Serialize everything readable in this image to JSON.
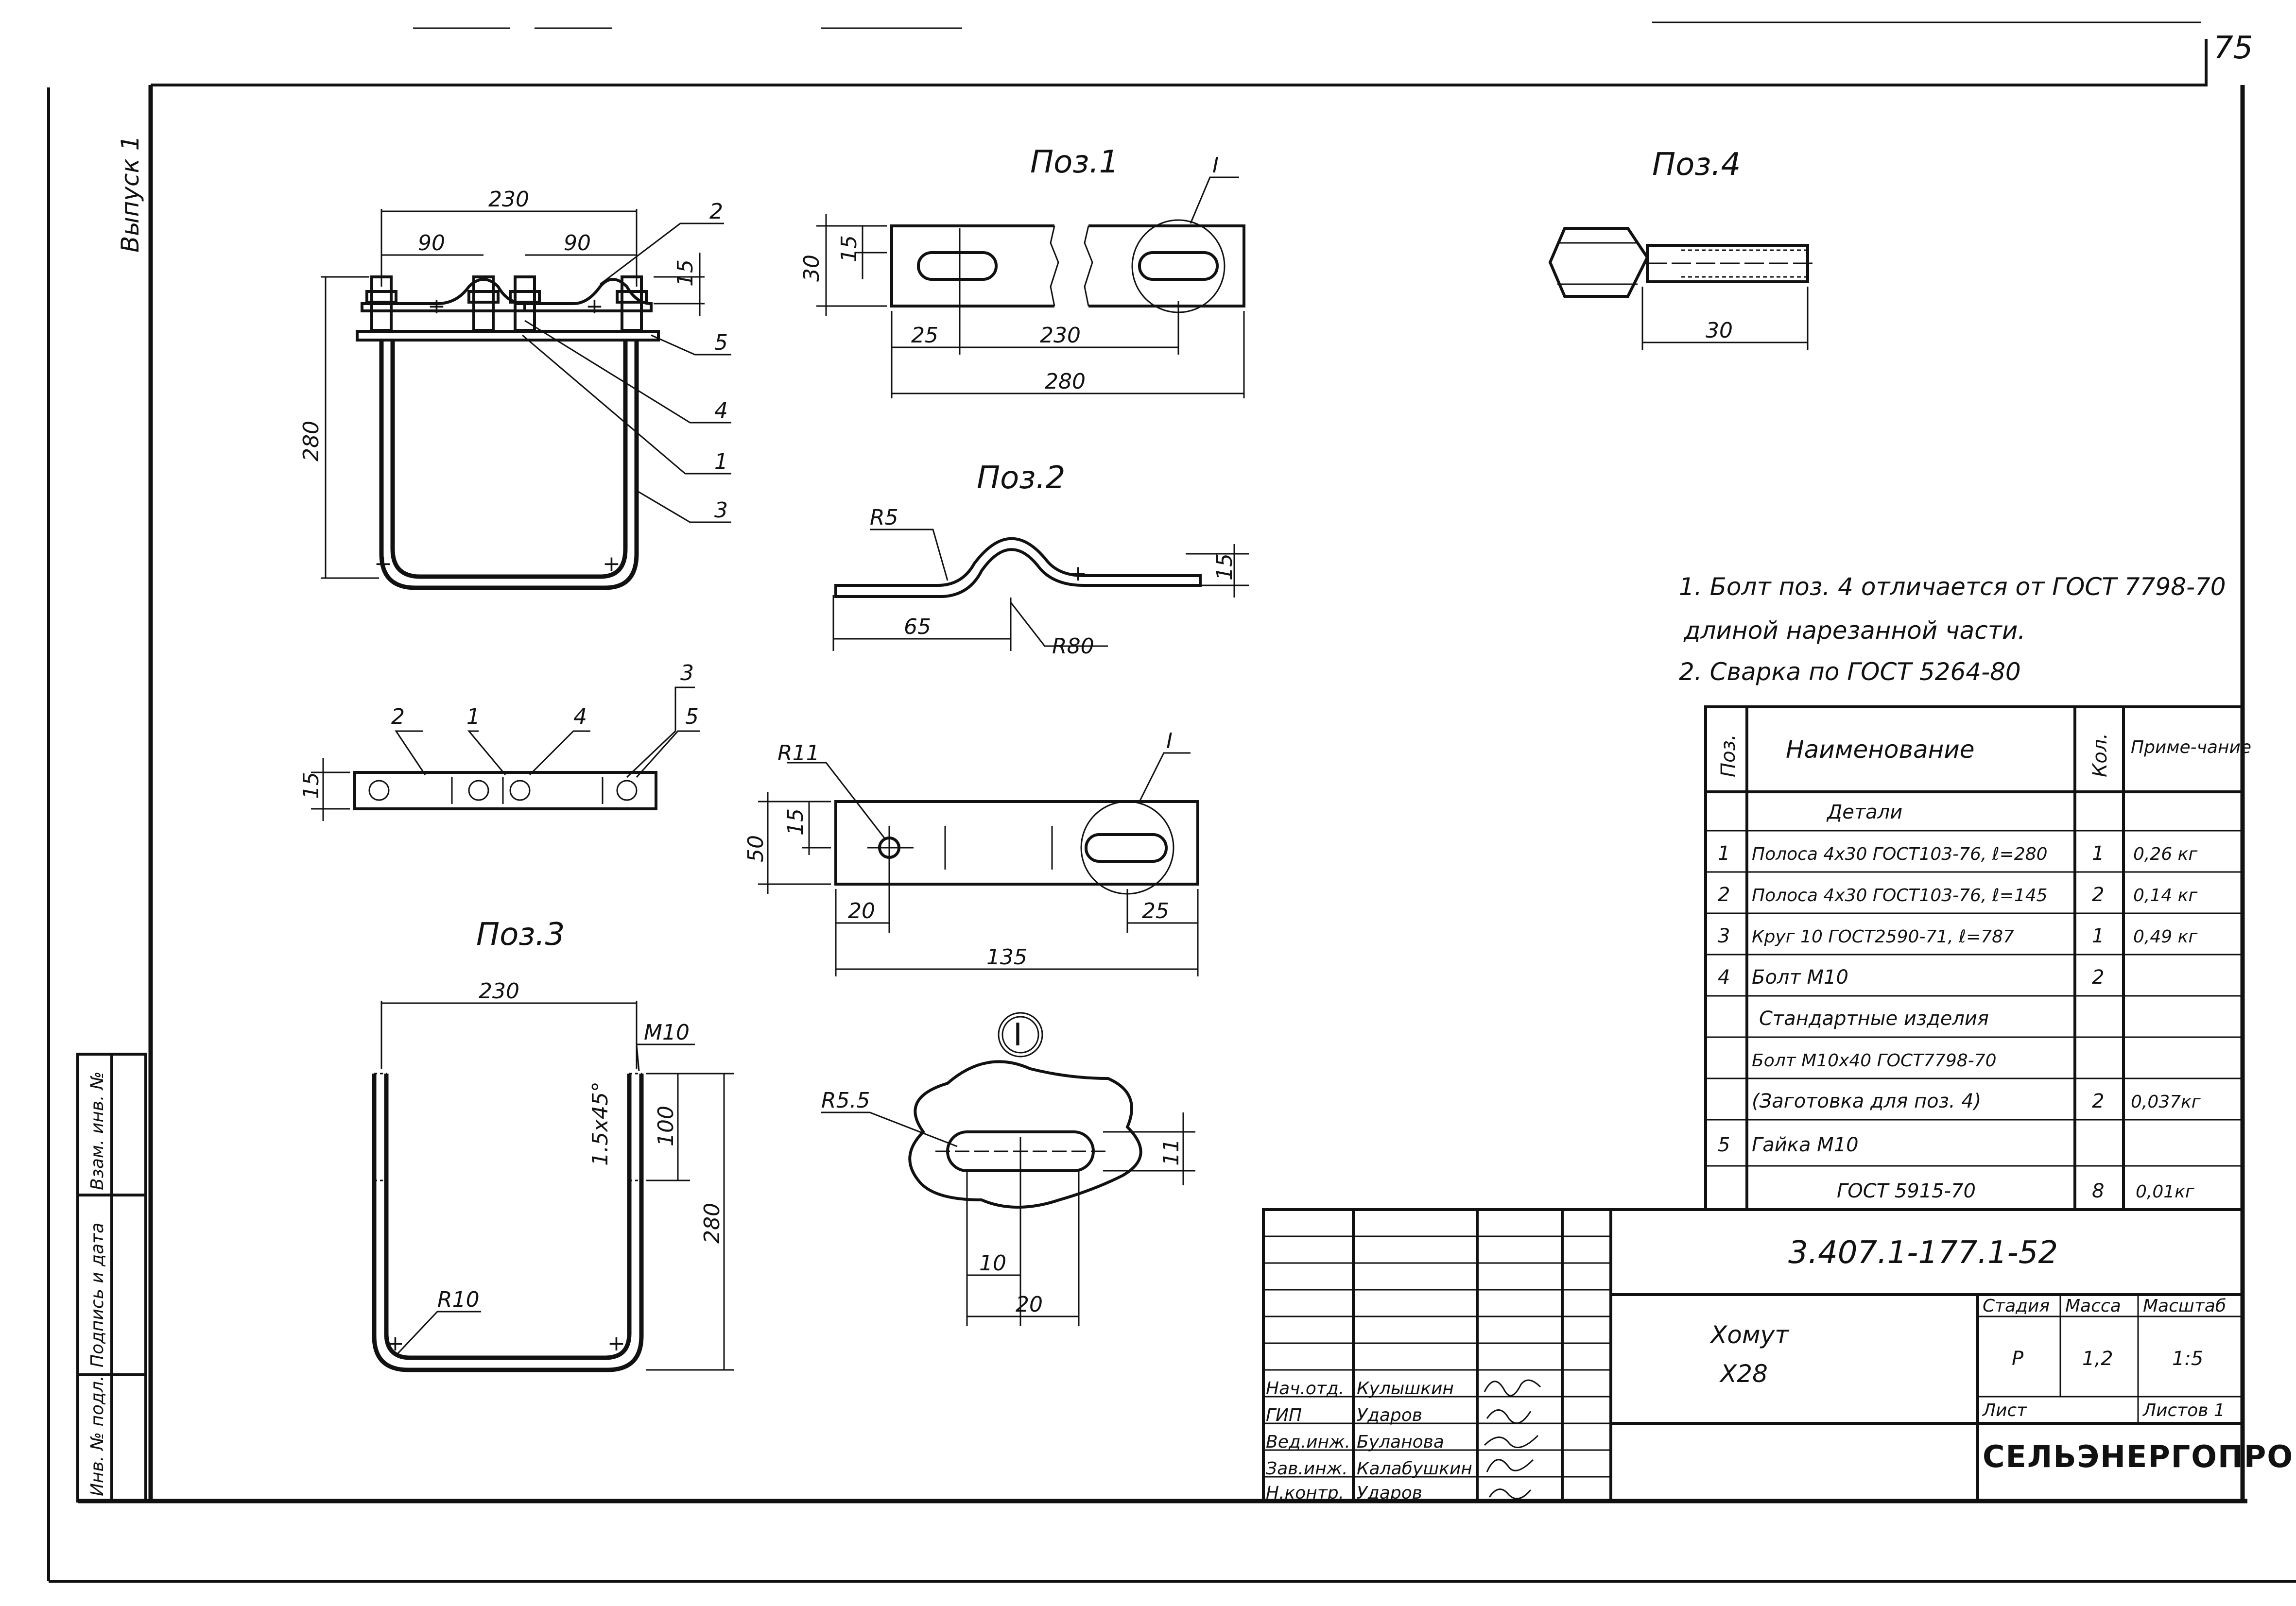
{
  "sheet_number": "75",
  "side_label": "Выпуск 1",
  "views": {
    "poz1": "Поз.1",
    "poz2": "Поз.2",
    "poz3": "Поз.3",
    "poz4": "Поз.4",
    "detail_mark": "I",
    "detail_circle": "I"
  },
  "dims": {
    "assembly": {
      "width_230": "230",
      "d90a": "90",
      "d90b": "90",
      "d15": "15",
      "h280": "280"
    },
    "assembly_leaders": [
      "2",
      "5",
      "4",
      "1",
      "3"
    ],
    "top_view": {
      "d15": "15",
      "l2": "2",
      "l1": "1",
      "l4": "4",
      "l3": "3",
      "l5": "5"
    },
    "poz1": {
      "d30": "30",
      "d15": "15",
      "d25": "25",
      "d230": "230",
      "d280": "280"
    },
    "poz2": {
      "r5": "R5",
      "d65": "65",
      "r80": "R80",
      "d15": "15"
    },
    "poz1b": {
      "r11": "R11",
      "d15": "15",
      "d50": "50",
      "d20": "20",
      "d25": "25",
      "d135": "135"
    },
    "poz3": {
      "d230": "230",
      "m10": "M10",
      "chamfer": "1.5x45°",
      "d100": "100",
      "d280": "280",
      "r10": "R10"
    },
    "poz4": {
      "d30": "30"
    },
    "detail": {
      "r55": "R5.5",
      "d11": "11",
      "d10": "10",
      "d20": "20"
    }
  },
  "notes": [
    "1. Болт поз. 4 отличается от ГОСТ 7798-70",
    "длиной нарезанной части.",
    "2. Сварка по ГОСТ 5264-80"
  ],
  "spec_table": {
    "headers": {
      "pos": "Поз.",
      "name": "Наименование",
      "qty": "Кол.",
      "note": "Приме-чание"
    },
    "section_details": "Детали",
    "rows": [
      {
        "pos": "1",
        "name": "Полоса 4х30 ГОСТ103-76, ℓ=280",
        "qty": "1",
        "note": "0,26 кг"
      },
      {
        "pos": "2",
        "name": "Полоса 4х30 ГОСТ103-76, ℓ=145",
        "qty": "2",
        "note": "0,14 кг"
      },
      {
        "pos": "3",
        "name": "Круг 10 ГОСТ2590-71, ℓ=787",
        "qty": "1",
        "note": "0,49 кг"
      },
      {
        "pos": "4",
        "name": "Болт М10",
        "qty": "2",
        "note": ""
      },
      {
        "pos": "",
        "name": "Стандартные изделия",
        "qty": "",
        "note": ""
      },
      {
        "pos": "",
        "name": "Болт М10х40 ГОСТ7798-70",
        "qty": "",
        "note": ""
      },
      {
        "pos": "",
        "name": "(Заготовка для поз. 4)",
        "qty": "2",
        "note": "0,037кг"
      },
      {
        "pos": "5",
        "name": "Гайка М10",
        "qty": "",
        "note": ""
      },
      {
        "pos": "",
        "name": "ГОСТ 5915-70",
        "qty": "8",
        "note": "0,01кг"
      }
    ]
  },
  "title_block": {
    "doc_code": "3.407.1-177.1-52",
    "title_line1": "Хомут",
    "title_line2": "Х28",
    "stage_label": "Стадия",
    "mass_label": "Масса",
    "scale_label": "Масштаб",
    "stage": "Р",
    "mass": "1,2",
    "scale": "1:5",
    "sheet_label": "Лист",
    "sheets_label": "Листов 1",
    "org": "СЕЛЬЭНЕРГОПРОЕКТ",
    "roles": [
      "Нач.отд.",
      "ГИП",
      "Вед.инж.",
      "Зав.инж.",
      "Н.контр."
    ],
    "names": [
      "Кулышкин",
      "Ударов",
      "Буланова",
      "Калабушкин",
      "Ударов"
    ]
  },
  "side_stamp": [
    "Инв. № подл.",
    "Подпись и дата",
    "Взам. инв. №"
  ]
}
